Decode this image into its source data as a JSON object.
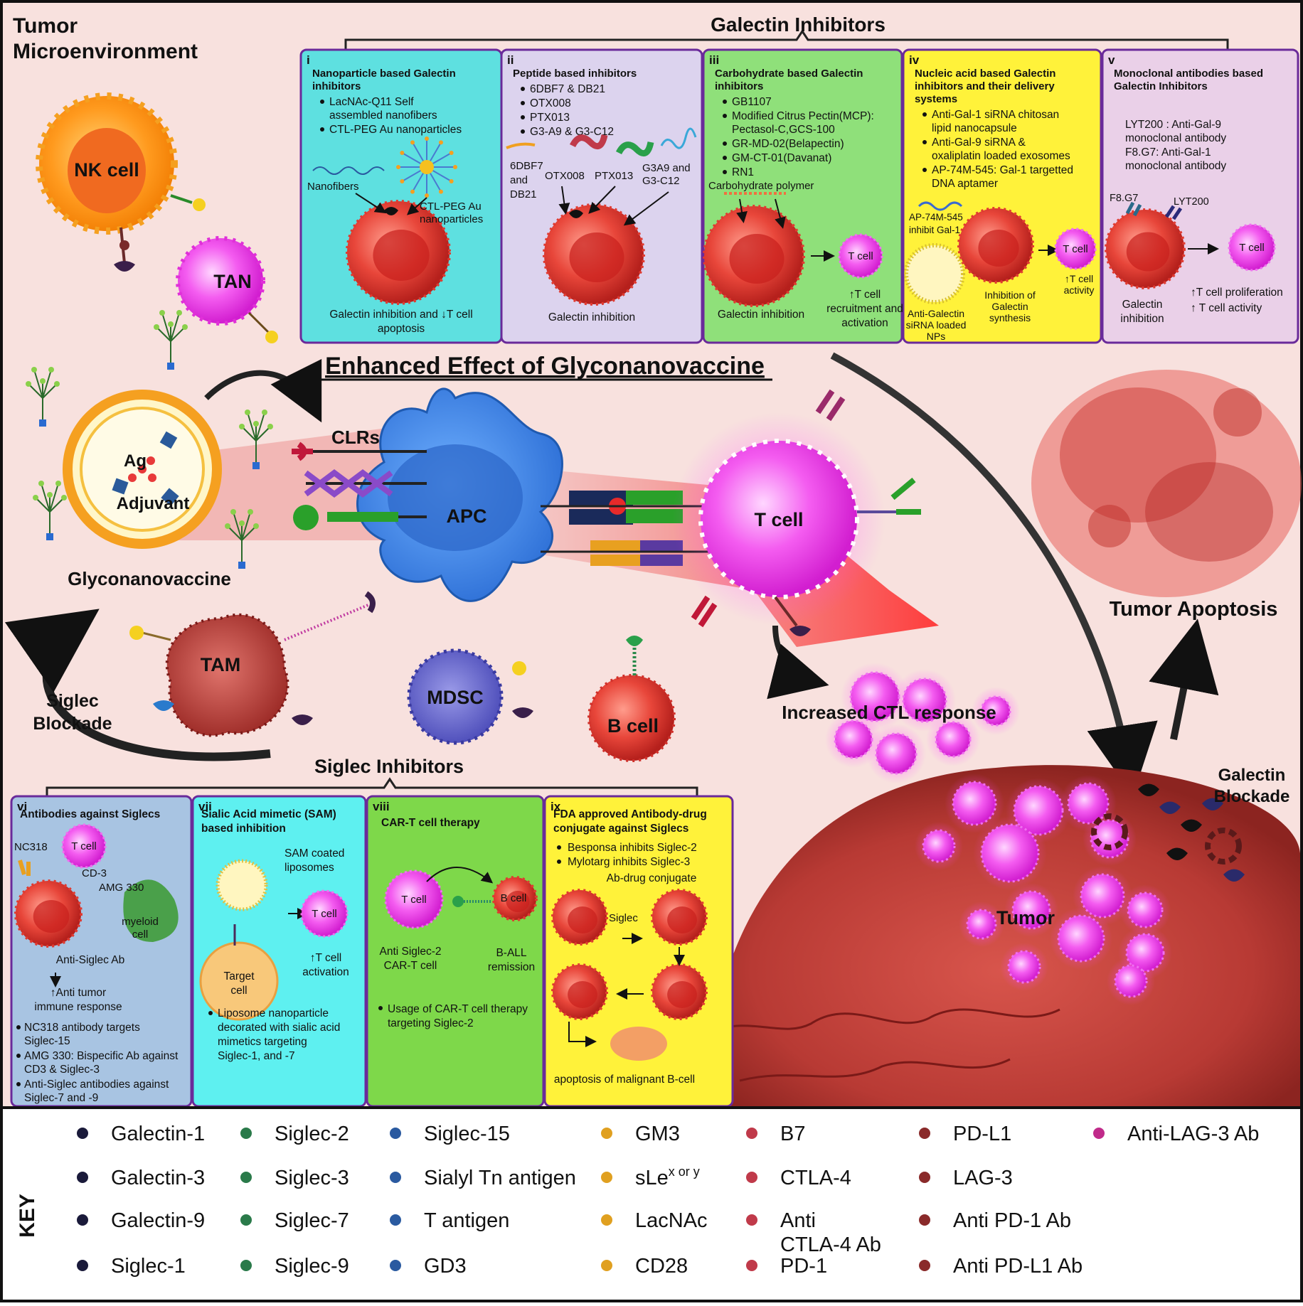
{
  "header": {
    "section_title": "Tumor\nMicroenvironment",
    "galectin_title": "Galectin Inhibitors",
    "central_title": "Enhanced Effect of Glyconanovaccine",
    "siglec_title": "Siglec Inhibitors"
  },
  "cells": {
    "nk": "NK cell",
    "tan": "TAN",
    "tam": "TAM",
    "mdsc": "MDSC",
    "apc": "APC",
    "tcell": "T cell",
    "bcell": "B cell",
    "tumor": "Tumor"
  },
  "vaccine": {
    "ag": "Ag",
    "adjuvant": "Adjuvant",
    "label": "Glyconanovaccine",
    "clrs": "CLRs"
  },
  "flow": {
    "ctl": "Increased CTL response",
    "apoptosis": "Tumor Apoptosis",
    "siglec_blockade": "Siglec\nBlockade",
    "galectin_blockade": "Galectin\nBlockade"
  },
  "galectin_panels": [
    {
      "num": "i",
      "head": "Nanoparticle based Galectin\ninhibitors",
      "bullets": [
        "LacNAc-Q11 Self\nassembled nanofibers",
        "CTL-PEG Au nanoparticles"
      ],
      "labels": [
        "Nanofibers",
        "CTL-PEG Au\nnanoparticles"
      ],
      "caption": "Galectin inhibition and ↓T cell\napoptosis",
      "color": "#5ee0e0"
    },
    {
      "num": "ii",
      "head": "Peptide based inhibitors",
      "bullets": [
        "6DBF7 & DB21",
        "OTX008",
        "PTX013",
        "G3-A9 & G3-C12"
      ],
      "labels": [
        "6DBF7\nand\nDB21",
        "OTX008",
        "PTX013",
        "G3A9 and\nG3-C12"
      ],
      "caption": "Galectin inhibition",
      "color": "#dcd3ee"
    },
    {
      "num": "iii",
      "head": "Carbohydrate based Galectin\ninhibitors",
      "bullets": [
        "GB1107",
        "Modified Citrus Pectin(MCP):\nPectasol-C,GCS-100",
        "GR-MD-02(Belapectin)",
        "GM-CT-01(Davanat)",
        "RN1"
      ],
      "labels": [
        "Carbohydrate polymer",
        "T cell"
      ],
      "caption": "Galectin inhibition",
      "caption2": "↑T cell\nrecruitment and\nactivation",
      "color": "#8fe07a"
    },
    {
      "num": "iv",
      "head": "Nucleic acid based Galectin\ninhibitors  and their delivery\nsystems",
      "bullets": [
        "Anti-Gal-1 siRNA chitosan\nlipid nanocapsule",
        "Anti-Gal-9 siRNA &\noxaliplatin loaded exosomes",
        "AP-74M-545: Gal-1 targetted\nDNA aptamer"
      ],
      "labels": [
        "AP-74M-545\ninhibit Gal-1",
        "T cell"
      ],
      "caption": "Anti-Galectin\nsiRNA loaded\nNPs",
      "caption2": "Inhibition of\nGalectin\nsynthesis",
      "caption3": "↑T cell\nactivity",
      "color": "#fff23a"
    },
    {
      "num": "v",
      "head": "Monoclonal antibodies based\nGalectin Inhibitors",
      "bullets_plain": [
        "LYT200 : Anti-Gal-9\nmonoclonal antibody",
        "F8.G7: Anti-Gal-1\nmonoclonal antibody"
      ],
      "labels": [
        "F8.G7",
        "LYT200",
        "T cell"
      ],
      "caption": "Galectin\ninhibition",
      "caption2": "↑T cell proliferation\n↑ T cell activity",
      "color": "#ead0e8"
    }
  ],
  "siglec_panels": [
    {
      "num": "vi",
      "head": "Antibodies against Siglecs",
      "labels": [
        "NC318",
        "T cell",
        "CD-3",
        "AMG 330",
        "myeloid\ncell",
        "Anti-Siglec Ab"
      ],
      "caption": "↑Anti tumor\nimmune response",
      "bullets": [
        "NC318 antibody targets\nSiglec-15",
        "AMG 330: Bispecific Ab against\nCD3 & Siglec-3",
        "Anti-Siglec antibodies against\nSiglec-7 and -9"
      ],
      "color": "#a8c4e2"
    },
    {
      "num": "vii",
      "head": "Sialic Acid mimetic (SAM)\nbased inhibition",
      "labels": [
        "SAM coated\nliposomes",
        "T cell",
        "Target\ncell"
      ],
      "caption": "↑T cell\nactivation",
      "bullets": [
        "Liposome nanoparticle\ndecorated with sialic acid\nmimetics targeting\nSiglec-1, and -7"
      ],
      "color": "#5ef0f0"
    },
    {
      "num": "viii",
      "head": "CAR-T cell therapy",
      "labels": [
        "T cell",
        "B cell"
      ],
      "caption": "Anti Siglec-2\nCAR-T cell",
      "caption2": "B-ALL\nremission",
      "bullets": [
        "Usage of CAR-T cell therapy\ntargeting Siglec-2"
      ],
      "color": "#7ed84a"
    },
    {
      "num": "ix",
      "head": "FDA approved Antibody-drug\nconjugate against Siglecs",
      "bullets": [
        "Besponsa inhibits Siglec-2",
        "Mylotarg inhibits Siglec-3"
      ],
      "labels": [
        "Ab-drug conjugate",
        "Siglec"
      ],
      "caption": "apoptosis of malignant B-cell",
      "color": "#fff23a"
    }
  ],
  "key": {
    "title": "KEY",
    "items": [
      [
        "Galectin-1",
        "Siglec-2",
        "Siglec-15",
        "GM3",
        "B7",
        "PD-L1",
        "Anti-LAG-3 Ab"
      ],
      [
        "Galectin-3",
        "Siglec-3",
        "Sialyl Tn antigen",
        "sLe",
        "CTLA-4",
        "LAG-3"
      ],
      [
        "Galectin-9",
        "Siglec-7",
        "T antigen",
        "LacNAc",
        "Anti\nCTLA-4 Ab",
        "Anti PD-1 Ab"
      ],
      [
        "Siglec-1",
        "Siglec-9",
        "GD3",
        "CD28",
        "PD-1",
        "Anti PD-L1 Ab"
      ]
    ],
    "sle_sup": "x or y"
  },
  "colors": {
    "background": "#f8e1de",
    "tumor_red": "#d9312c",
    "t_cell_pink": "#f03cf0",
    "apc_blue": "#3a7fe0",
    "key_bg": "#ffffff"
  }
}
